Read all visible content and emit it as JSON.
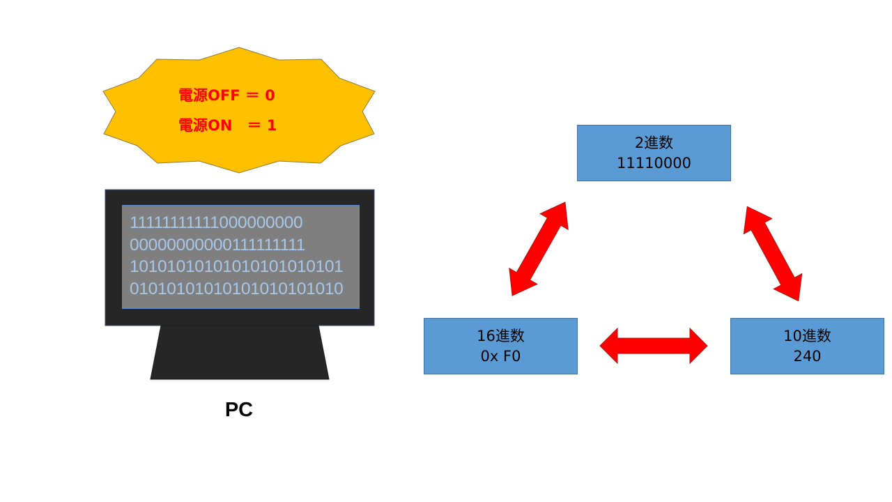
{
  "burst": {
    "line1": "電源OFF ＝ 0",
    "line2": "電源ON　＝ 1",
    "fill": "#ffc000",
    "text_color": "#ff0000"
  },
  "monitor": {
    "lines": [
      "11111111111000000000",
      "00000000000111111111",
      "10101010101010101010101",
      "01010101010101010101010"
    ],
    "frame_color": "#262626",
    "screen_color": "#7f7f7f",
    "digit_color": "#a8c8ea"
  },
  "pc_label": "PC",
  "nodes": {
    "binary": {
      "title": "2進数",
      "value": "11110000"
    },
    "hex": {
      "title": "16進数",
      "value": "0x F0"
    },
    "decimal": {
      "title": "10進数",
      "value": "240"
    }
  },
  "colors": {
    "box": "#5b9bd5",
    "arrow": "#ff0000"
  },
  "icons": {
    "burst": "explosion-burst-shape",
    "monitor": "pc-monitor-icon",
    "arrows": "double-headed-arrow"
  }
}
